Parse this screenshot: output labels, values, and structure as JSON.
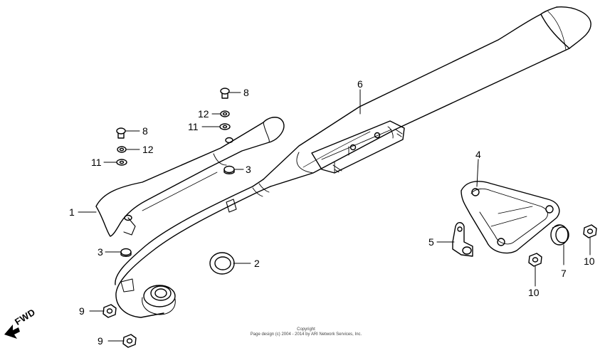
{
  "callouts": {
    "c1": "1",
    "c2": "2",
    "c3a": "3",
    "c3b": "3",
    "c4": "4",
    "c5": "5",
    "c6": "6",
    "c7": "7",
    "c8a": "8",
    "c8b": "8",
    "c9a": "9",
    "c9b": "9",
    "c10a": "10",
    "c10b": "10",
    "c11a": "11",
    "c11b": "11",
    "c12a": "12",
    "c12b": "12"
  },
  "fwd_label": "FWD",
  "copyright": {
    "line1": "Copyright",
    "line2": "Page design (c) 2004 - 2014 by ARI Network Services, Inc."
  }
}
